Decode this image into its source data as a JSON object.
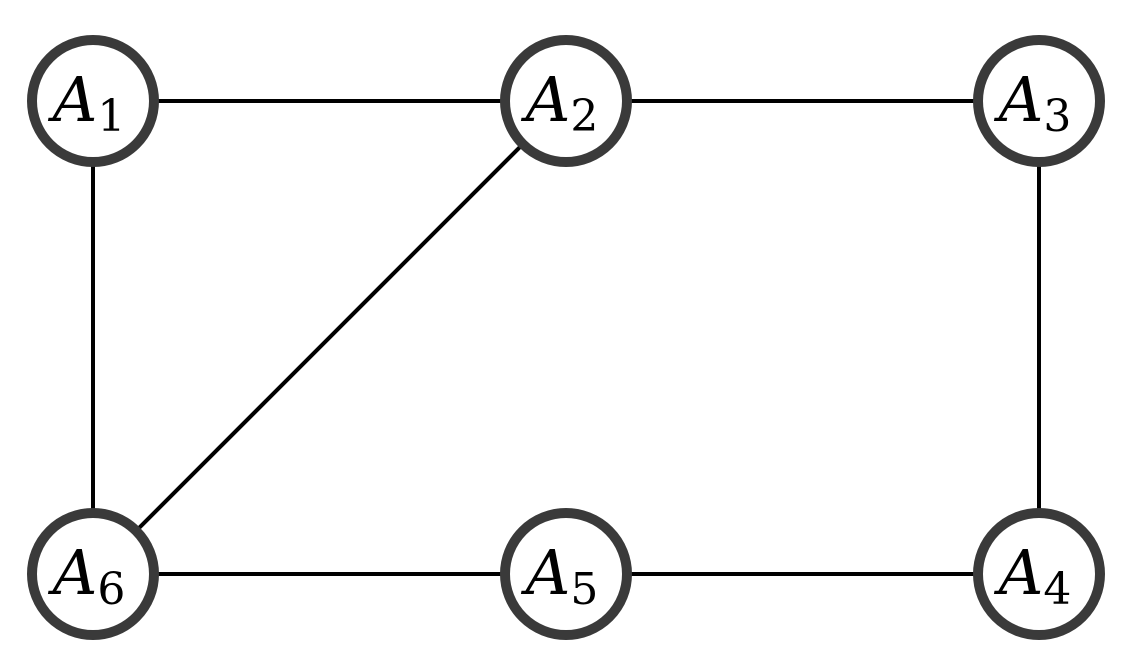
{
  "colors": {
    "node_stroke": "#3a3a3a",
    "edge_stroke": "#000000",
    "background": "#ffffff"
  },
  "nodes": [
    {
      "id": "A1",
      "letter": "A",
      "sub": "1"
    },
    {
      "id": "A2",
      "letter": "A",
      "sub": "2"
    },
    {
      "id": "A3",
      "letter": "A",
      "sub": "3"
    },
    {
      "id": "A4",
      "letter": "A",
      "sub": "4"
    },
    {
      "id": "A5",
      "letter": "A",
      "sub": "5"
    },
    {
      "id": "A6",
      "letter": "A",
      "sub": "6"
    }
  ],
  "edges": [
    {
      "from": "A1",
      "to": "A2"
    },
    {
      "from": "A2",
      "to": "A3"
    },
    {
      "from": "A1",
      "to": "A6"
    },
    {
      "from": "A2",
      "to": "A6"
    },
    {
      "from": "A3",
      "to": "A4"
    },
    {
      "from": "A6",
      "to": "A5"
    },
    {
      "from": "A5",
      "to": "A4"
    }
  ]
}
